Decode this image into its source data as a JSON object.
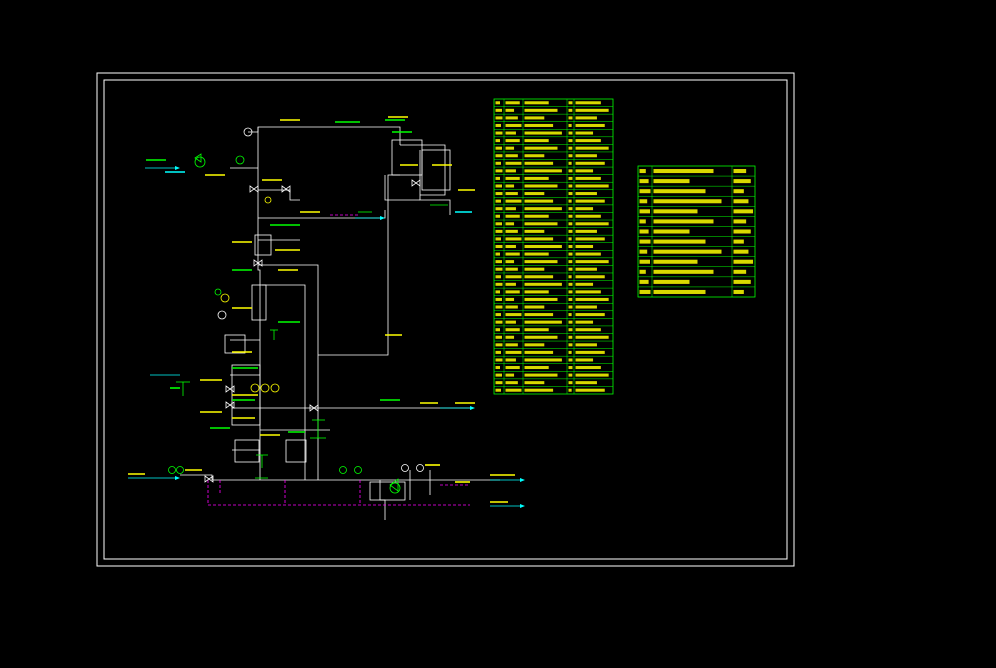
{
  "colors": {
    "background": "#000000",
    "frame": "#ffffff",
    "pipe": "#ffffff",
    "pipe_magenta": "#ff00ff",
    "pipe_cyan": "#00ffff",
    "label_yellow": "#ffff00",
    "label_green": "#00ff00",
    "label_cyan": "#00ffff",
    "table_line": "#00ff00",
    "table_text": "#ffff00"
  },
  "main_table": {
    "rows": 39,
    "columns": 5
  },
  "legend_table": {
    "rows": 13,
    "columns": 3
  },
  "icons": [
    "valve-icon",
    "gauge-icon",
    "pump-icon",
    "tank-icon",
    "instrument-bubble-icon",
    "flow-arrow-icon"
  ]
}
